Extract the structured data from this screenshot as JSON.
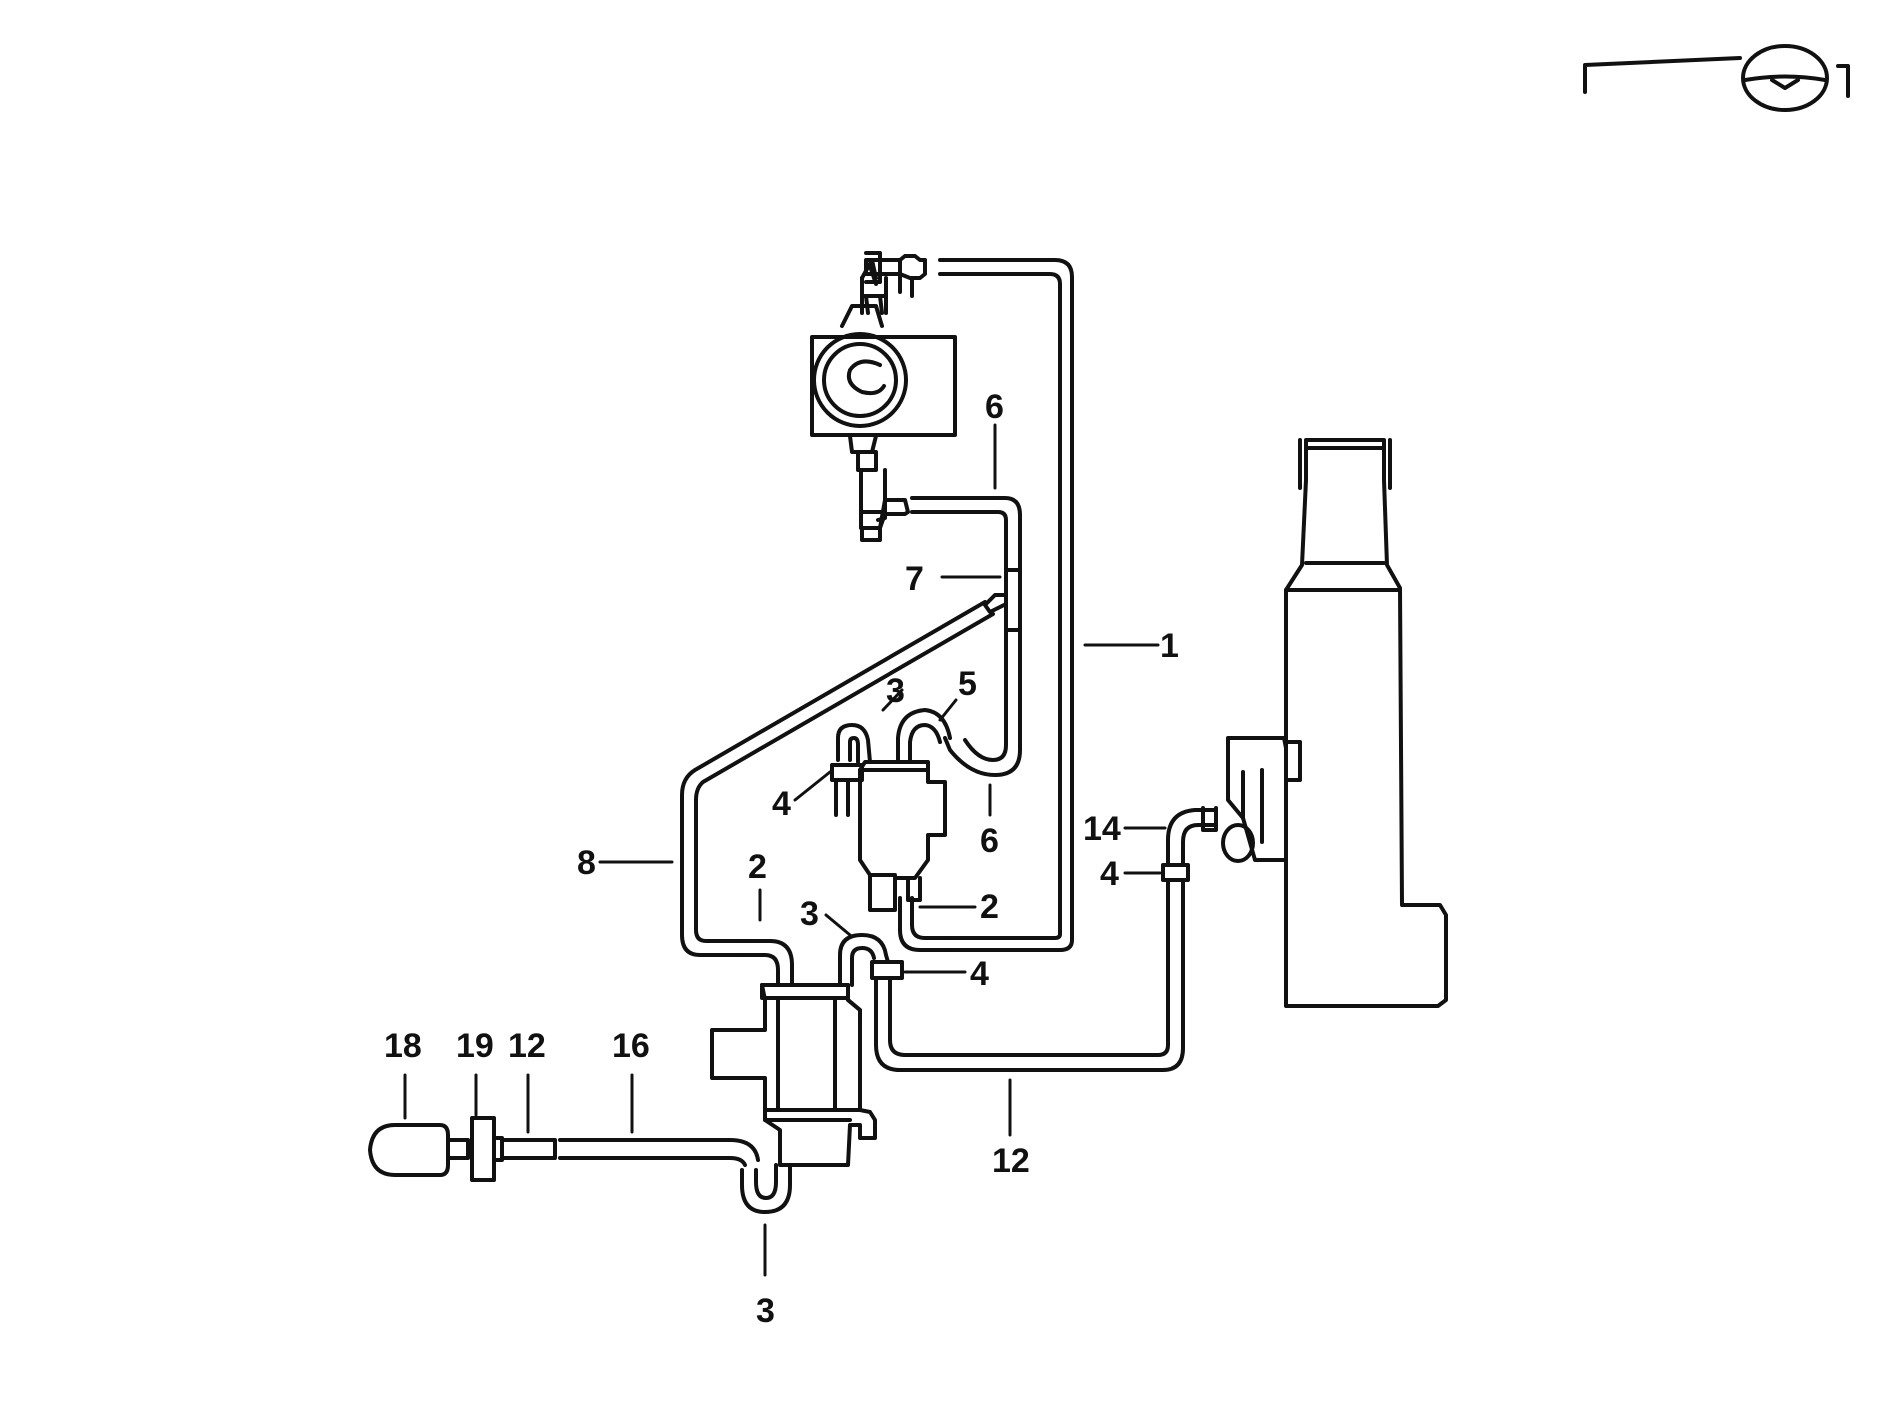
{
  "colors": {
    "line": "#111111",
    "background": "#ffffff"
  },
  "callouts": [
    {
      "id": "c1",
      "label": "1"
    },
    {
      "id": "c2a",
      "label": "2"
    },
    {
      "id": "c2b",
      "label": "2"
    },
    {
      "id": "c3a",
      "label": "3"
    },
    {
      "id": "c3b",
      "label": "3"
    },
    {
      "id": "c3c",
      "label": "3"
    },
    {
      "id": "c4a",
      "label": "4"
    },
    {
      "id": "c4b",
      "label": "4"
    },
    {
      "id": "c4c",
      "label": "4"
    },
    {
      "id": "c5",
      "label": "5"
    },
    {
      "id": "c6a",
      "label": "6"
    },
    {
      "id": "c6b",
      "label": "6"
    },
    {
      "id": "c7",
      "label": "7"
    },
    {
      "id": "c8",
      "label": "8"
    },
    {
      "id": "c12a",
      "label": "12"
    },
    {
      "id": "c12b",
      "label": "12"
    },
    {
      "id": "c14",
      "label": "14"
    },
    {
      "id": "c16",
      "label": "16"
    },
    {
      "id": "c18",
      "label": "18"
    },
    {
      "id": "c19",
      "label": "19"
    }
  ],
  "icons": {
    "orientation": "steering-wheel-icon",
    "reservoir": "washer-reservoir-icon",
    "pump": "washer-pump-icon",
    "nozzle": "washer-nozzle-icon"
  }
}
